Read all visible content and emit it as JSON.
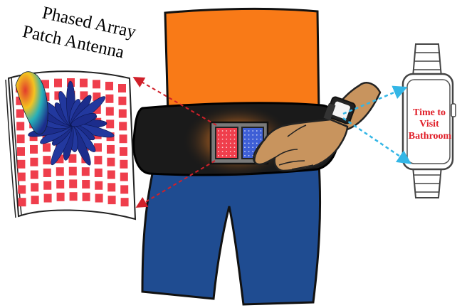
{
  "antenna_label": {
    "line1": "Phased Array",
    "line2": "Patch Antenna"
  },
  "watch_message": {
    "line1": "Time to",
    "line2": "Visit",
    "line3": "Bathroom"
  },
  "colors": {
    "shirt": "#f97a17",
    "pants": "#1f4c91",
    "belt": "#1a1a1a",
    "skin": "#c8945e",
    "patch_red": "#ef3e4c",
    "patch_blue": "#3e5fd6",
    "link_red": "#d0202a",
    "link_blue": "#33b6e6",
    "watch_text": "#e0202a"
  },
  "icons": [
    "radiation-pattern-icon",
    "smartwatch-icon",
    "hand-icon"
  ]
}
